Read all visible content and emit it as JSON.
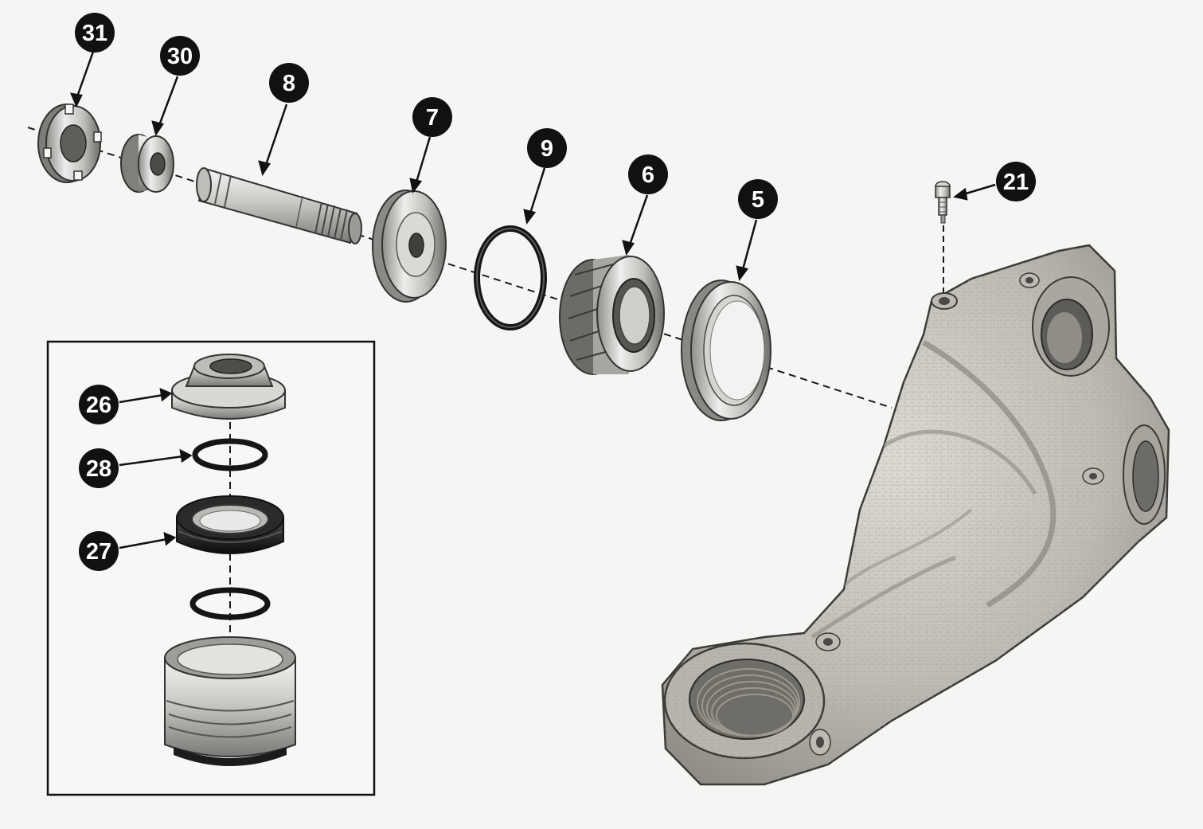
{
  "callouts": {
    "c31": "31",
    "c30": "30",
    "c8": "8",
    "c7": "7",
    "c9": "9",
    "c6": "6",
    "c5": "5",
    "c21": "21",
    "c26": "26",
    "c28": "28",
    "c27": "27"
  },
  "colors": {
    "background": "#f5f5f3",
    "callout_fill": "#111111",
    "callout_text": "#ffffff",
    "metal_light": "#e4e4e2",
    "metal_mid": "#b9b9b6",
    "metal_dark": "#6f6f6c",
    "casting": "#c8c6bf",
    "seal_black": "#1c1c1c"
  },
  "parts": {
    "p31": "castle-nut-icon",
    "p30": "spacer-bushing-icon",
    "p8": "threaded-pin-icon",
    "p7": "dust-cap-washer-icon",
    "p9": "o-ring-icon",
    "p6": "tapered-roller-bearing-icon",
    "p5": "bearing-cup-icon",
    "p21": "grease-fitting-icon",
    "p26": "seal-cap-icon",
    "p28": "o-ring-icon",
    "p27": "lip-seal-icon",
    "p25": "threaded-sleeve-icon",
    "p29": "o-ring-icon",
    "housing": "knuckle-housing-icon"
  }
}
